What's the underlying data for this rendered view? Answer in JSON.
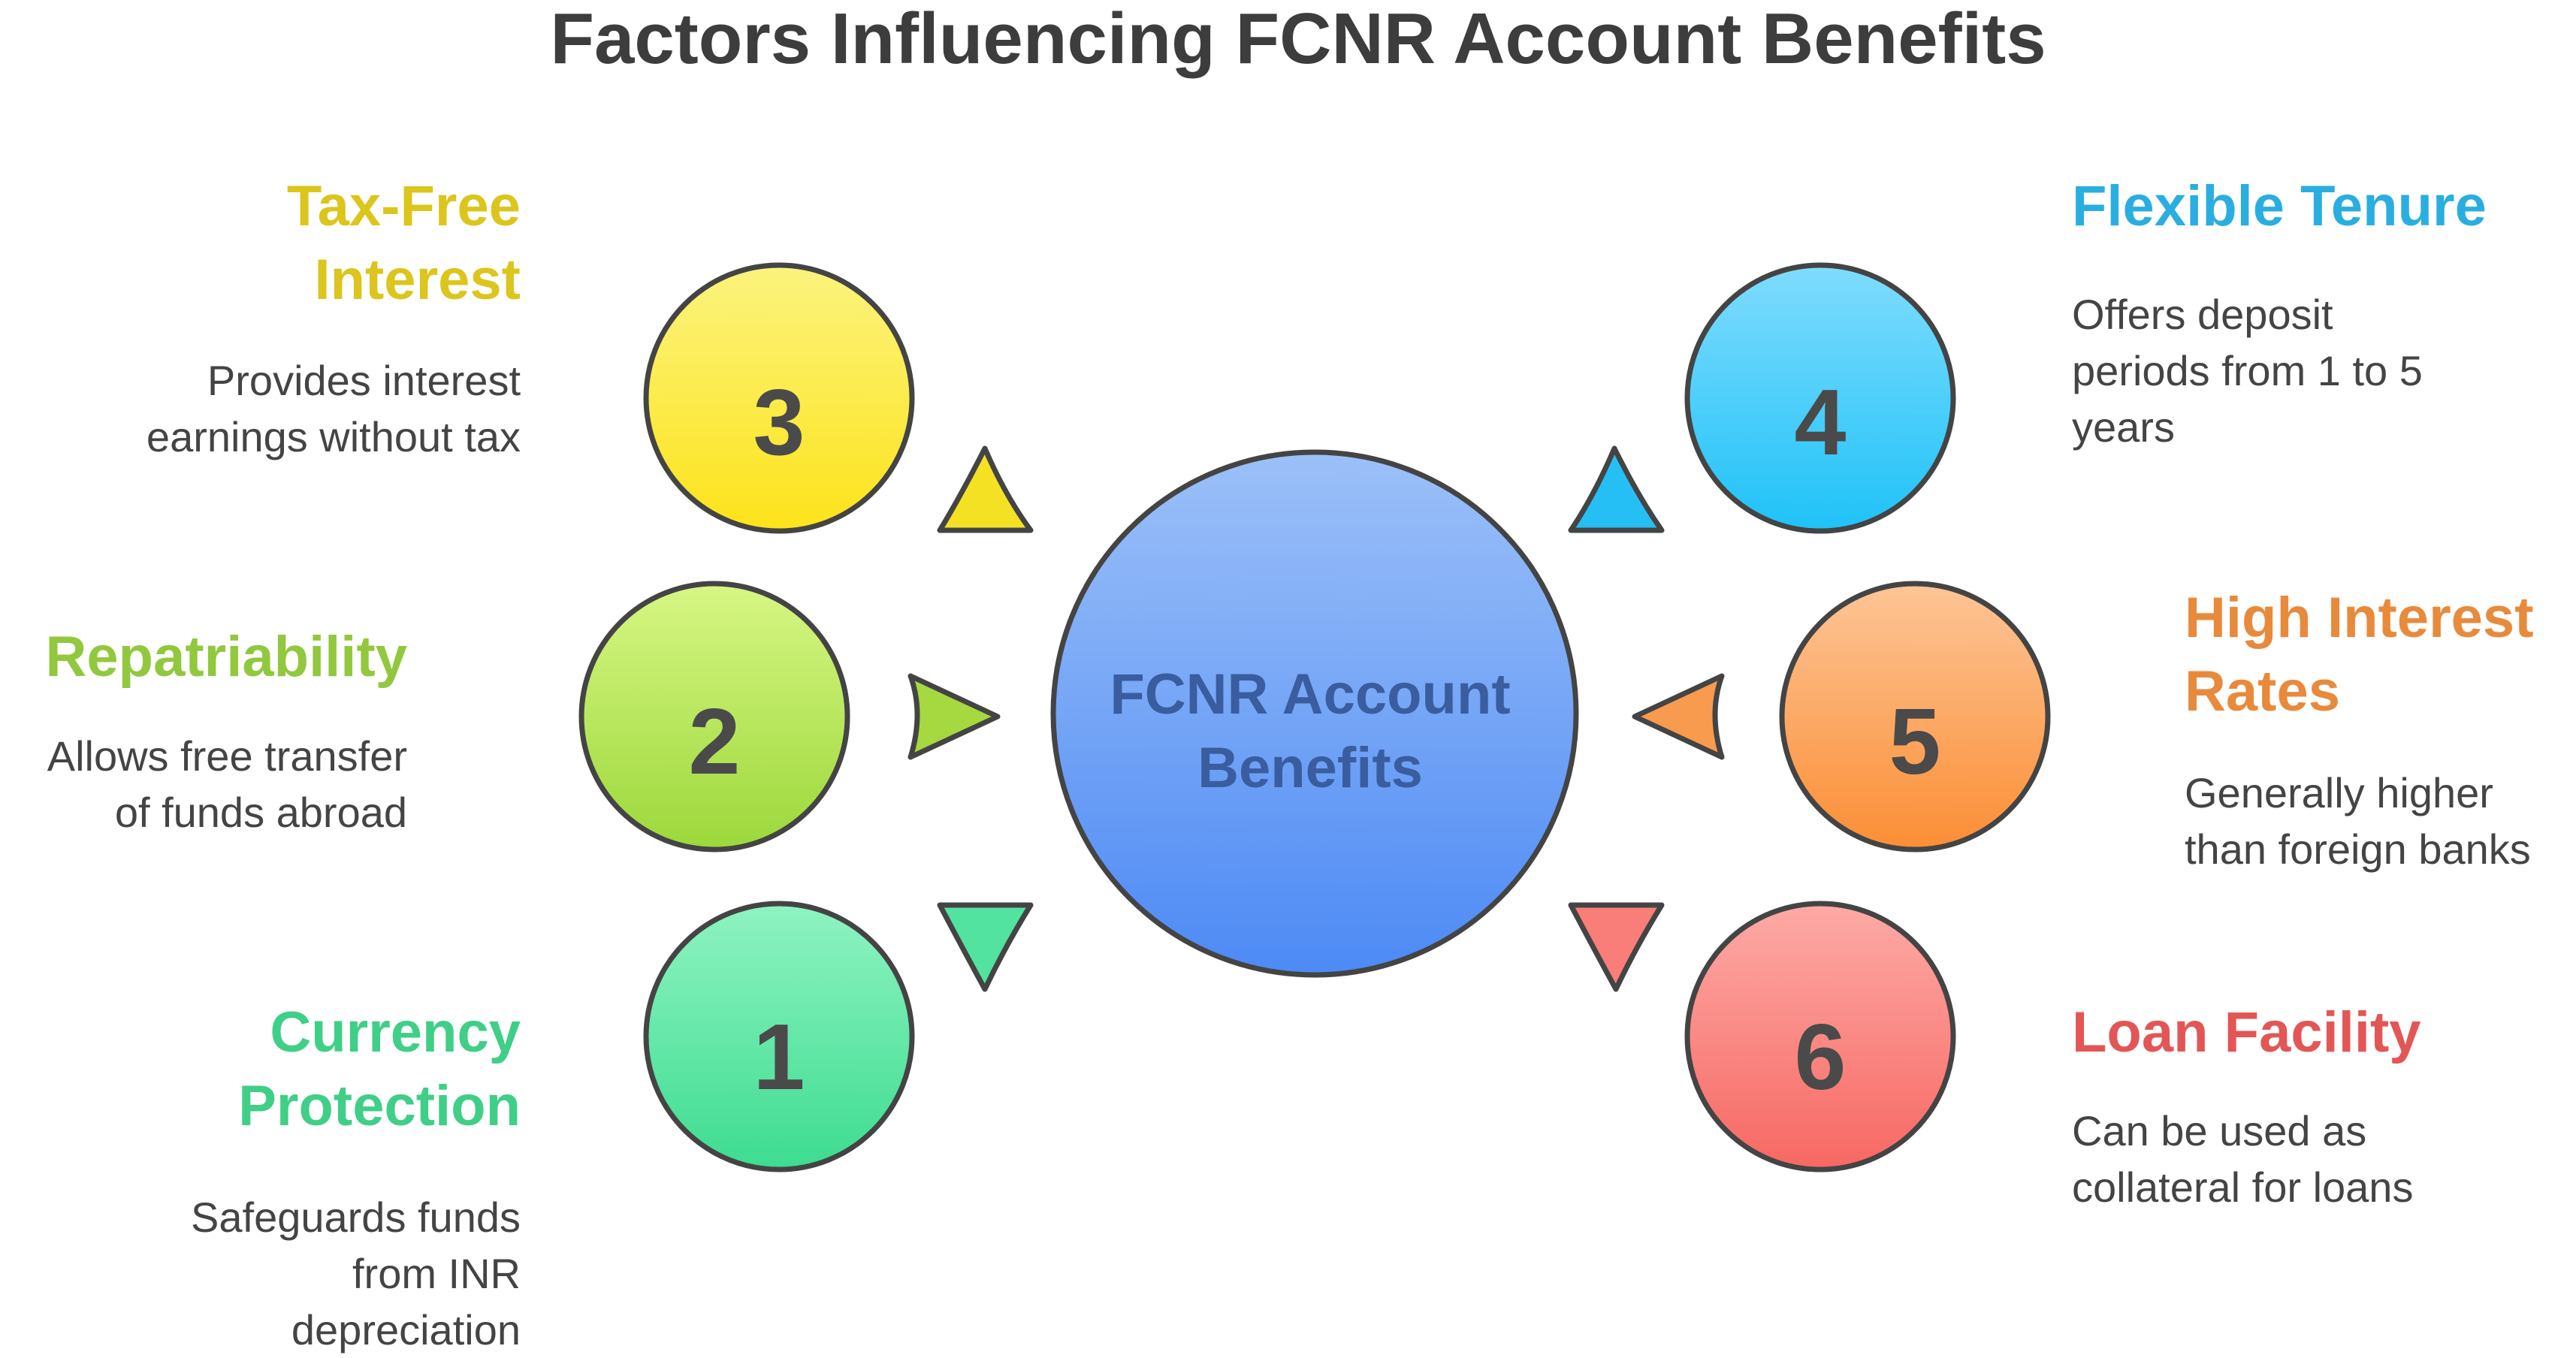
{
  "title": "Factors Influencing FCNR Account Benefits",
  "center": {
    "line1": "FCNR Account",
    "line2": "Benefits"
  },
  "factors": [
    {
      "number": "1",
      "heading": [
        "Currency",
        "Protection"
      ],
      "description": [
        "Safeguards funds",
        "from INR",
        "depreciation"
      ],
      "color": "#3fcf86"
    },
    {
      "number": "2",
      "heading": [
        "Repatriability"
      ],
      "description": [
        "Allows free transfer",
        "of funds abroad"
      ],
      "color": "#92c83e"
    },
    {
      "number": "3",
      "heading": [
        "Tax-Free",
        "Interest"
      ],
      "description": [
        "Provides interest",
        "earnings without tax"
      ],
      "color": "#dcc51c"
    },
    {
      "number": "4",
      "heading": [
        "Flexible Tenure"
      ],
      "description": [
        "Offers deposit",
        "periods from 1 to 5",
        "years"
      ],
      "color": "#2aaee0"
    },
    {
      "number": "5",
      "heading": [
        "High Interest",
        "Rates"
      ],
      "description": [
        "Generally higher",
        "than foreign banks"
      ],
      "color": "#e88a3c"
    },
    {
      "number": "6",
      "heading": [
        "Loan Facility"
      ],
      "description": [
        "Can be used as",
        "collateral for loans"
      ],
      "color": "#e35656"
    }
  ]
}
